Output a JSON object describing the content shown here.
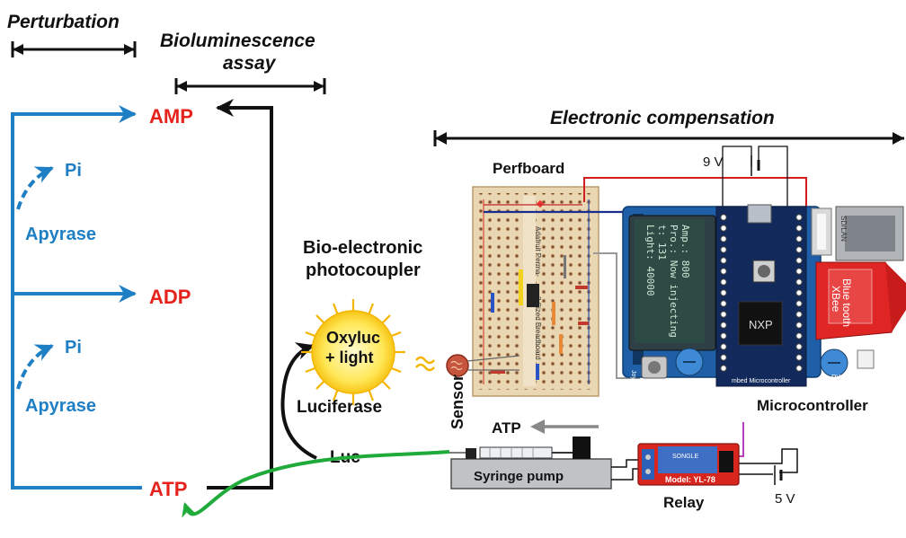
{
  "headings": {
    "perturbation": "Perturbation",
    "bioluminescence_line1": "Bioluminescence",
    "bioluminescence_line2": "assay",
    "electronic_compensation": "Electronic compensation"
  },
  "pathway": {
    "amp": "AMP",
    "adp": "ADP",
    "atp": "ATP",
    "pi_top": "Pi",
    "pi_bottom": "Pi",
    "apyrase_top": "Apyrase",
    "apyrase_bottom": "Apyrase",
    "luciferase": "Luciferase",
    "luc": "Luc",
    "oxyluc_line1": "Oxyluc",
    "oxyluc_line2": "+ light"
  },
  "photocoupler": {
    "line1": "Bio-electronic",
    "line2": "photocoupler"
  },
  "hardware": {
    "perfboard": "Perfboard",
    "perfboard_print_a": "Adafruit Perma-",
    "perfboard_print_b": "2 Sized Breadboard",
    "sensor": "Sensor",
    "microcontroller": "Microcontroller",
    "syringe_pump": "Syringe pump",
    "relay": "Relay",
    "relay_model": "Model: YL-78",
    "relay_brand": "SONGLE",
    "atp_flow": "ATP",
    "voltage_top": "9 V",
    "voltage_bottom": "5 V",
    "nxp": "NXP",
    "mbed": "mbed Microcontroller",
    "joystick": "Joystick",
    "pwm": "PWM",
    "rgb": "RGB",
    "bluetooth_line1": "Blue tooth",
    "bluetooth_line2": "XBee",
    "lcd_line1": "Light: 40000",
    "lcd_line2": "t: 131",
    "lcd_line3": "Pro.: Now injecting",
    "lcd_line4": "Amp.: 800"
  },
  "colors": {
    "pathway_blue": "#1f7fc4",
    "nucleotide_red": "#e5221b",
    "green_feedback": "#1faa3a",
    "board_blue": "#1e5fa8",
    "relay_red": "#d8261e",
    "lcd_green": "#2e4a44"
  }
}
